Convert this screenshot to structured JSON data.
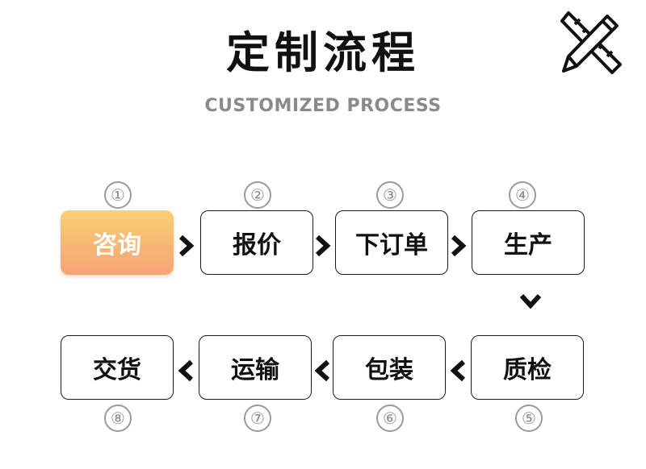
{
  "header": {
    "title": "定制流程",
    "subtitle": "CUSTOMIZED PROCESS",
    "icon": "pencil-ruler-icon"
  },
  "steps": [
    {
      "number": "①",
      "label": "咨询",
      "active": true
    },
    {
      "number": "②",
      "label": "报价",
      "active": false
    },
    {
      "number": "③",
      "label": "下订单",
      "active": false
    },
    {
      "number": "④",
      "label": "生产",
      "active": false
    },
    {
      "number": "⑤",
      "label": "质检",
      "active": false
    },
    {
      "number": "⑥",
      "label": "包装",
      "active": false
    },
    {
      "number": "⑦",
      "label": "运输",
      "active": false
    },
    {
      "number": "⑧",
      "label": "交货",
      "active": false
    }
  ],
  "colors": {
    "active_gradient_top": "#f8d174",
    "active_gradient_bottom": "#f5a477",
    "number_gray": "#8a8a8a",
    "border": "#1a1a1a"
  }
}
